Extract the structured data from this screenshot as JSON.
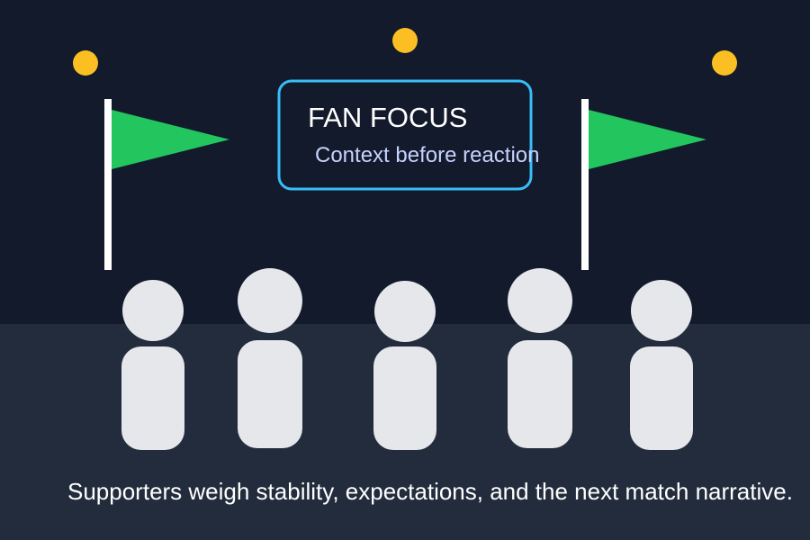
{
  "banner": {
    "title": "FAN FOCUS",
    "subtitle": "Context before reaction"
  },
  "caption": "Supporters weigh stability, expectations, and the next match narrative.",
  "colors": {
    "sky": "#121a2b",
    "ground": "#222c3c",
    "banner_border": "#38bdf8",
    "flag": "#22c55e",
    "light": "#fbbf24",
    "fan": "#e5e7eb",
    "subtitle": "#c7d2fe"
  }
}
